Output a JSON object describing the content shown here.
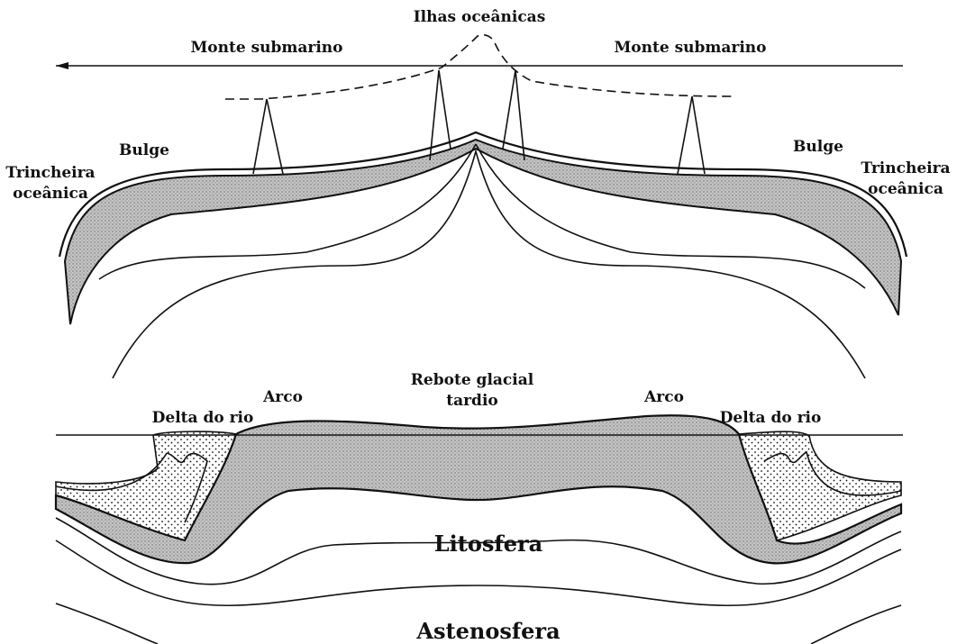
{
  "upper_panel": {
    "labels": {
      "islands": "Ilhas oceânicas",
      "seamount_left": "Monte submarino",
      "seamount_right": "Monte submarino",
      "bulge_left": "Bulge",
      "bulge_right": "Bulge",
      "trench_left_line1": "Trincheira",
      "trench_left_line2": "oceânica",
      "trench_right_line1": "Trincheira",
      "trench_right_line2": "oceânica"
    }
  },
  "lower_panel": {
    "labels": {
      "rebound_line1": "Rebote glacial",
      "rebound_line2": "tardio",
      "arch_left": "Arco",
      "arch_right": "Arco",
      "delta_left": "Delta do rio",
      "delta_right": "Delta do rio",
      "lithosphere": "Litosfera",
      "asthenosphere": "Astenosfera"
    }
  },
  "colors": {
    "ink": "#111111",
    "stipple_fill": "#b9b9b9",
    "background": "#ffffff"
  }
}
